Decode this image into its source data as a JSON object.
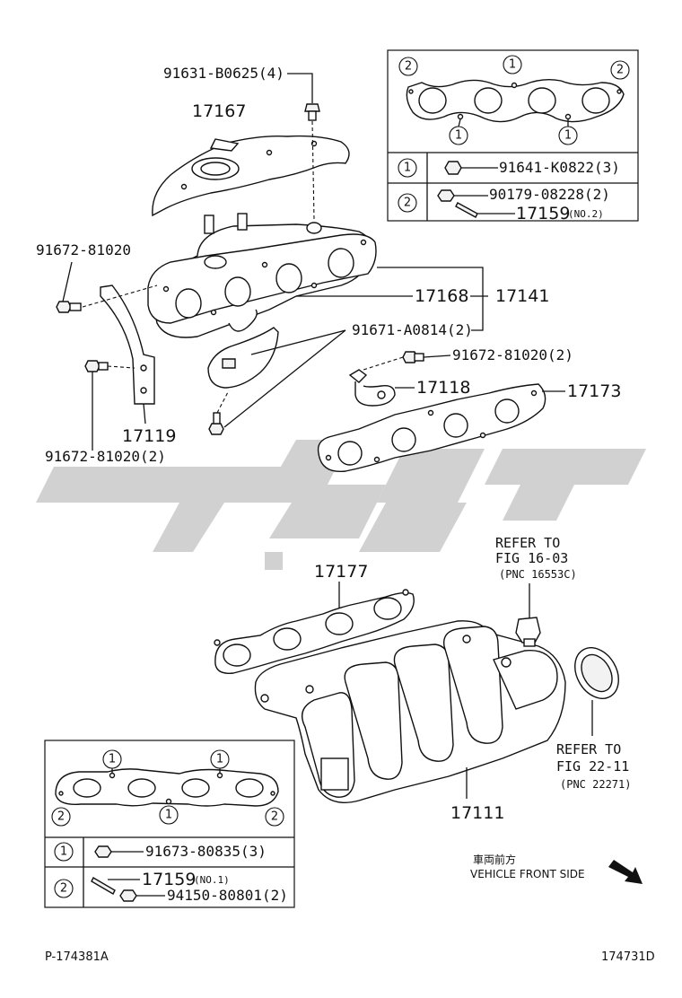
{
  "labels": {
    "p91631": "91631-B0625(4)",
    "p17167": "17167",
    "p91672_a": "91672-81020",
    "p17168": "17168",
    "p17141": "17141",
    "p91671": "91671-A0814(2)",
    "p91672_b": "91672-81020(2)",
    "p17118": "17118",
    "p17173": "17173",
    "p17119": "17119",
    "p91672_c": "91672-81020(2)",
    "p17177": "17177",
    "p17111": "17111"
  },
  "refs": {
    "ref1_line1": "REFER TO",
    "ref1_line2": "FIG 16-03",
    "ref1_pnc": "(PNC 16553C)",
    "ref2_line1": "REFER TO",
    "ref2_line2": "FIG 22-11",
    "ref2_pnc": "(PNC 22271)"
  },
  "top_table": {
    "row1_key": "1",
    "row1_part": "91641-K0822(3)",
    "row2_key": "2",
    "row2_part_a": "90179-08228(2)",
    "row2_part_b": "17159",
    "row2_part_b_note": "(NO.2)",
    "gasket_markers": [
      "2",
      "1",
      "2",
      "1",
      "1"
    ]
  },
  "bottom_table": {
    "row1_key": "1",
    "row1_part": "91673-80835(3)",
    "row2_key": "2",
    "row2_part_a": "17159",
    "row2_part_a_note": "(NO.1)",
    "row2_part_b": "94150-80801(2)",
    "gasket_markers": [
      "1",
      "1",
      "2",
      "1",
      "2"
    ]
  },
  "direction": {
    "jp": "車両前方",
    "en": "VEHICLE FRONT SIDE"
  },
  "footer": {
    "left_code": "P-174381A",
    "right_code": "174731D"
  },
  "watermark_color": "#c8c8c8"
}
